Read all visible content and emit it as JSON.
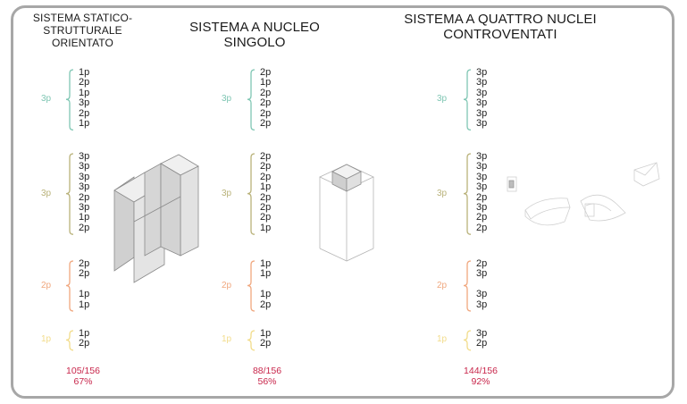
{
  "columns": [
    {
      "title": "SISTEMA STATICO-\nSTRUTTURALE\nORIENTATO",
      "groups": [
        {
          "label": "3p",
          "color": "#7fc6b3",
          "values": [
            "1p",
            "2p",
            "1p",
            "3p",
            "2p",
            "1p"
          ]
        },
        {
          "label": "3p",
          "color": "#b9b27a",
          "values": [
            "3p",
            "3p",
            "3p",
            "3p",
            "2p",
            "3p",
            "1p",
            "2p"
          ]
        },
        {
          "label": "2p",
          "color": "#f0a77e",
          "values": [
            "2p",
            "2p",
            "",
            "1p",
            "1p"
          ]
        },
        {
          "label": "1p",
          "color": "#f2dc8a",
          "values": [
            "1p",
            "2p"
          ]
        }
      ],
      "score": "105/156",
      "percent": "67%"
    },
    {
      "title": "SISTEMA A NUCLEO\nSINGOLO",
      "groups": [
        {
          "label": "3p",
          "color": "#7fc6b3",
          "values": [
            "2p",
            "1p",
            "2p",
            "2p",
            "2p",
            "2p"
          ]
        },
        {
          "label": "3p",
          "color": "#b9b27a",
          "values": [
            "2p",
            "2p",
            "2p",
            "1p",
            "2p",
            "2p",
            "2p",
            "1p"
          ]
        },
        {
          "label": "2p",
          "color": "#f0a77e",
          "values": [
            "1p",
            "1p",
            "",
            "1p",
            "2p"
          ]
        },
        {
          "label": "1p",
          "color": "#f2dc8a",
          "values": [
            "1p",
            "2p"
          ]
        }
      ],
      "score": "88/156",
      "percent": "56%"
    },
    {
      "title": "SISTEMA A QUATTRO NUCLEI\nCONTROVENTATI",
      "groups": [
        {
          "label": "3p",
          "color": "#7fc6b3",
          "values": [
            "3p",
            "3p",
            "3p",
            "3p",
            "3p",
            "3p"
          ]
        },
        {
          "label": "3p",
          "color": "#b9b27a",
          "values": [
            "3p",
            "3p",
            "3p",
            "3p",
            "2p",
            "3p",
            "2p",
            "2p"
          ]
        },
        {
          "label": "2p",
          "color": "#f0a77e",
          "values": [
            "2p",
            "3p",
            "",
            "3p",
            "3p"
          ]
        },
        {
          "label": "1p",
          "color": "#f2dc8a",
          "values": [
            "3p",
            "2p"
          ]
        }
      ],
      "score": "144/156",
      "percent": "92%"
    }
  ],
  "colors": {
    "frame": "#a7a7a7",
    "score": "#c8264b"
  }
}
